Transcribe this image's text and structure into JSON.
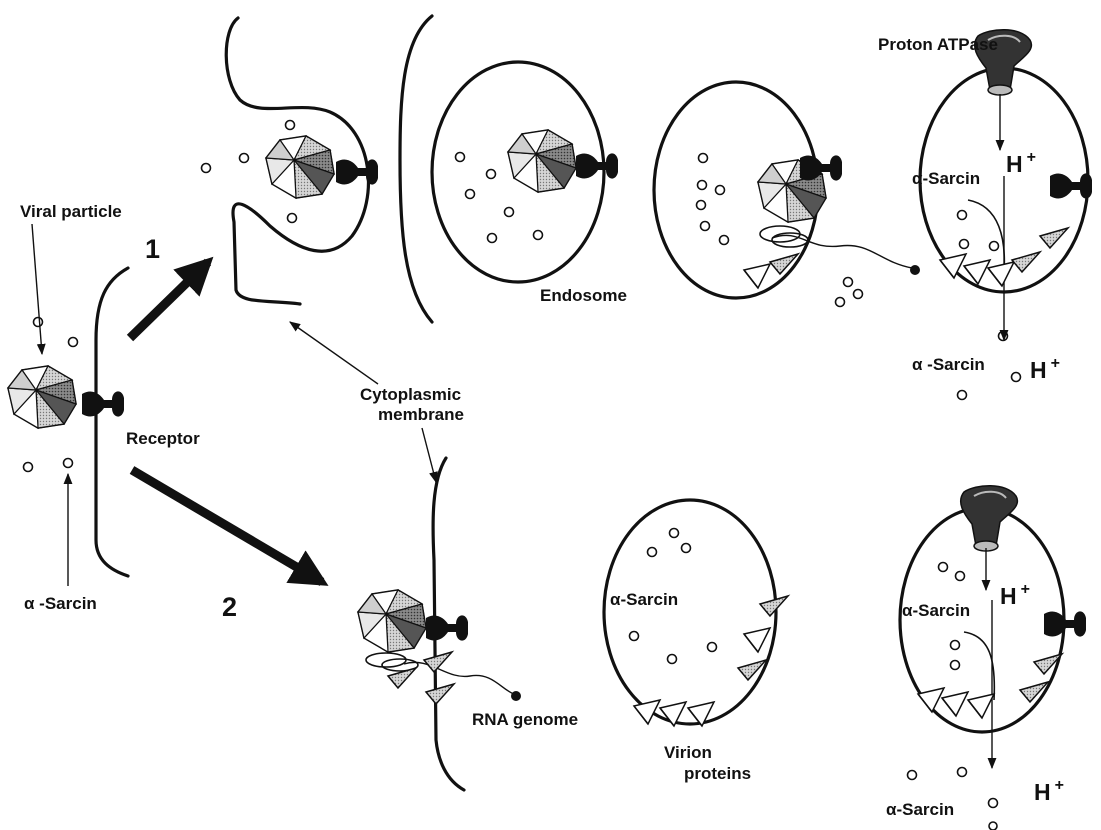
{
  "colors": {
    "ink": "#111111",
    "background": "#ffffff",
    "capsid_light": "#ececec",
    "capsid_mid": "#a8a8a8",
    "capsid_dark": "#585858",
    "receptor": "#111111"
  },
  "labels": {
    "viral_particle": "Viral particle",
    "alpha_sarcin_left": "α -Sarcin",
    "receptor": "Receptor",
    "step_1": "1",
    "step_2": "2",
    "cytoplasmic_membrane_line1": "Cytoplasmic",
    "cytoplasmic_membrane_line2": "membrane",
    "endosome": "Endosome",
    "proton_atpase": "Proton ATPase",
    "alpha_sarcin_top_inside": "α-Sarcin",
    "h_plus_top_inside": "H",
    "alpha_sarcin_top_outside": "α -Sarcin",
    "h_plus_top_outside": "H",
    "rna_genome": "RNA genome",
    "virion_proteins_line1": "Virion",
    "virion_proteins_line2": "proteins",
    "alpha_sarcin_bottom_vesicle": "α-Sarcin",
    "alpha_sarcin_bottom_inside": "α-Sarcin",
    "h_plus_bottom_inside": "H",
    "alpha_sarcin_bottom_outside": "α-Sarcin",
    "h_plus_bottom_outside": "H",
    "plus_sign": "+"
  },
  "icons": {
    "capsid": "icosahedral-capsid-icon",
    "receptor": "receptor-icon",
    "proton_pump": "proton-atpase-icon",
    "alpha_sarcin_molecule": "small-circle-icon",
    "virion_protein": "triangle-fragment-icon",
    "rna": "rna-strand-icon"
  }
}
